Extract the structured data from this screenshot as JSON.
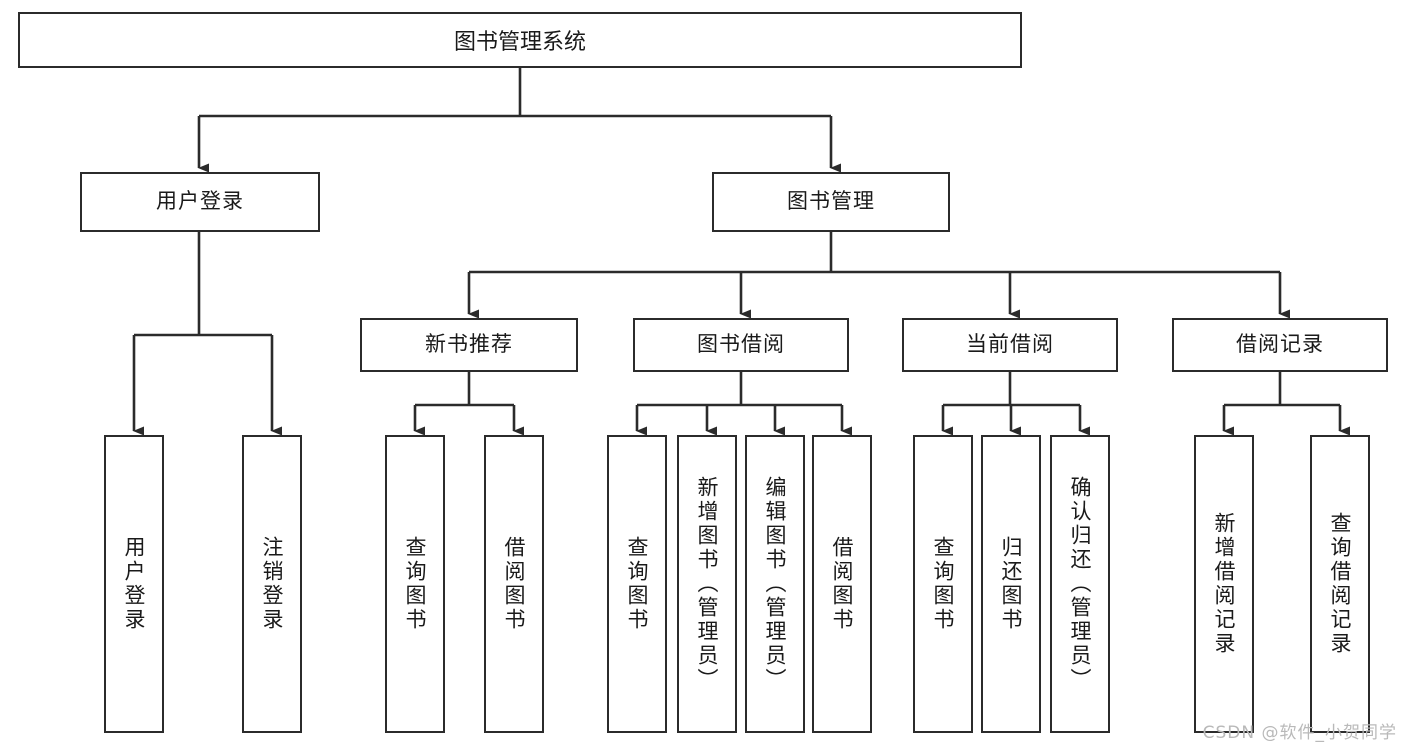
{
  "diagram": {
    "title": "图书管理系统",
    "type": "tree-hierarchy",
    "watermark": "CSDN @软件_小贺同学",
    "colors": {
      "stroke": "#2b2b2b",
      "fill": "#ffffff",
      "text": "#1a1a1a",
      "watermark": "#b9b9b9"
    },
    "root": {
      "label": "图书管理系统"
    },
    "level1": [
      {
        "label": "用户登录"
      },
      {
        "label": "图书管理"
      }
    ],
    "level2": [
      {
        "label": "新书推荐"
      },
      {
        "label": "图书借阅"
      },
      {
        "label": "当前借阅"
      },
      {
        "label": "借阅记录"
      }
    ],
    "leaves": {
      "user_login": [
        {
          "label": "用户登录"
        },
        {
          "label": "注销登录"
        }
      ],
      "new_book_recommend": [
        {
          "label": "查询图书"
        },
        {
          "label": "借阅图书"
        }
      ],
      "book_borrow": [
        {
          "label": "查询图书"
        },
        {
          "label": "新增图书（管理员）"
        },
        {
          "label": "编辑图书（管理员）"
        },
        {
          "label": "借阅图书"
        }
      ],
      "current_borrow": [
        {
          "label": "查询图书"
        },
        {
          "label": "归还图书"
        },
        {
          "label": "确认归还（管理员）"
        }
      ],
      "borrow_record": [
        {
          "label": "新增借阅记录"
        },
        {
          "label": "查询借阅记录"
        }
      ]
    }
  }
}
